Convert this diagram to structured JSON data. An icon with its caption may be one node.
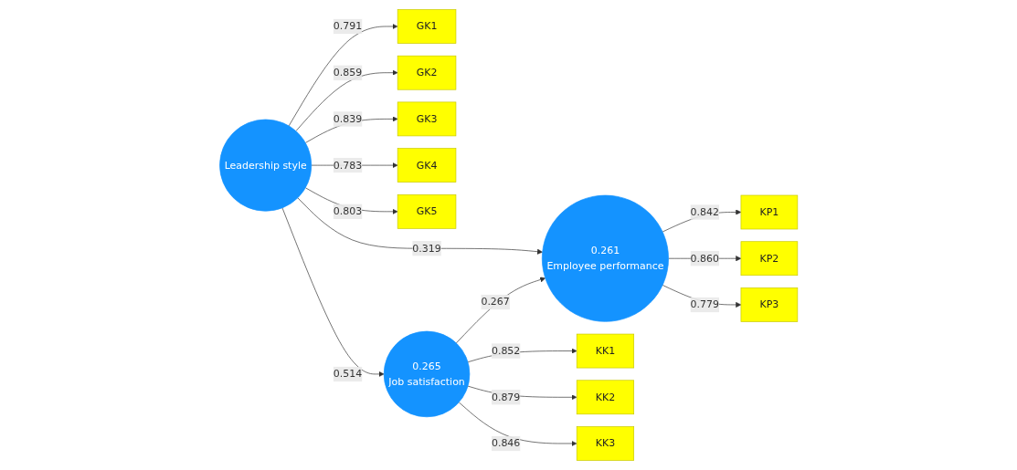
{
  "diagram": {
    "nodes": [
      {
        "text": [
          "GK1"
        ]
      },
      {
        "text": [
          "GK2"
        ]
      },
      {
        "text": [
          "GK3"
        ]
      },
      {
        "text": [
          "GK4"
        ]
      },
      {
        "text": [
          "GK5"
        ]
      },
      {
        "text": [
          "Leadership style"
        ]
      },
      {
        "text": [
          "0.261",
          "Employee performance"
        ]
      },
      {
        "text": [
          "KP1"
        ]
      },
      {
        "text": [
          "KP2"
        ]
      },
      {
        "text": [
          "KP3"
        ]
      },
      {
        "text": [
          "KK1"
        ]
      },
      {
        "text": [
          "KK2"
        ]
      },
      {
        "text": [
          "KK3"
        ]
      },
      {
        "text": [
          "0.265",
          "Job satisfaction"
        ]
      }
    ],
    "edges": [
      {
        "from": 5,
        "to": 0,
        "arrow": "to",
        "label": "0.791"
      },
      {
        "from": 5,
        "to": 1,
        "arrow": "to",
        "label": "0.859"
      },
      {
        "from": 5,
        "to": 2,
        "arrow": "to",
        "label": "0.839"
      },
      {
        "from": 5,
        "to": 3,
        "arrow": "to",
        "label": "0.783"
      },
      {
        "from": 5,
        "to": 4,
        "arrow": "to",
        "label": "0.803"
      },
      {
        "from": 5,
        "to": 6,
        "arrow": "to",
        "label": "0.319"
      },
      {
        "from": 5,
        "to": 13,
        "arrow": "to",
        "label": "0.514"
      },
      {
        "from": 13,
        "to": 6,
        "arrow": "to",
        "label": "0.267"
      },
      {
        "from": 6,
        "to": 7,
        "arrow": "to",
        "label": "0.842"
      },
      {
        "from": 6,
        "to": 8,
        "arrow": "to",
        "label": "0.860"
      },
      {
        "from": 6,
        "to": 9,
        "arrow": "to",
        "label": "0.779"
      },
      {
        "from": 13,
        "to": 10,
        "arrow": "to",
        "label": "0.852"
      },
      {
        "from": 13,
        "to": 11,
        "arrow": "to",
        "label": "0.879"
      },
      {
        "from": 13,
        "to": 12,
        "arrow": "to",
        "label": "0.846"
      }
    ]
  }
}
